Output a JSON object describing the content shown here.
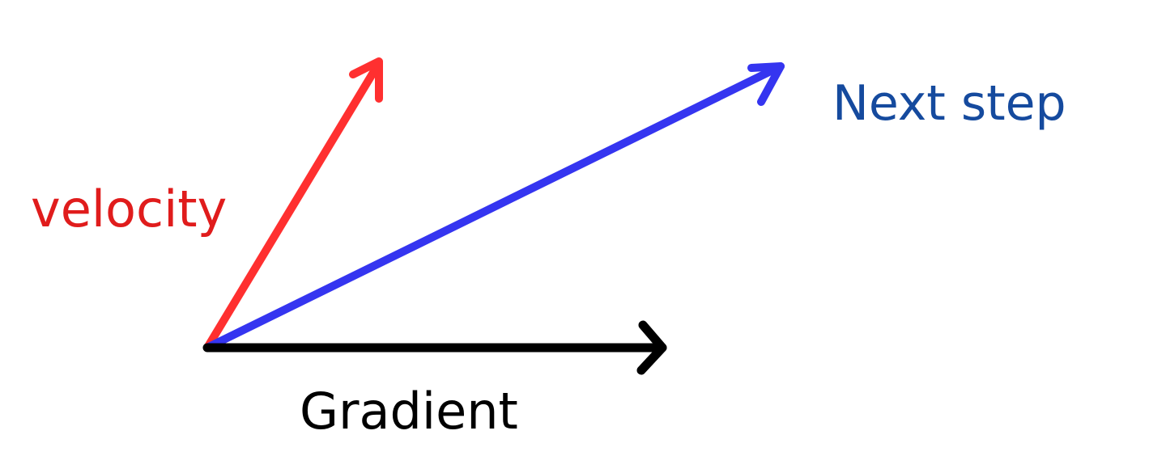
{
  "labels": {
    "velocity": "velocity",
    "next_step": "Next step",
    "gradient": "Gradient"
  },
  "colors": {
    "velocity": "#ff3030",
    "velocity_label": "#e01c1c",
    "next_step": "#3535f0",
    "next_step_label": "#154a9e",
    "gradient": "#000000",
    "background": "#ffffff"
  }
}
